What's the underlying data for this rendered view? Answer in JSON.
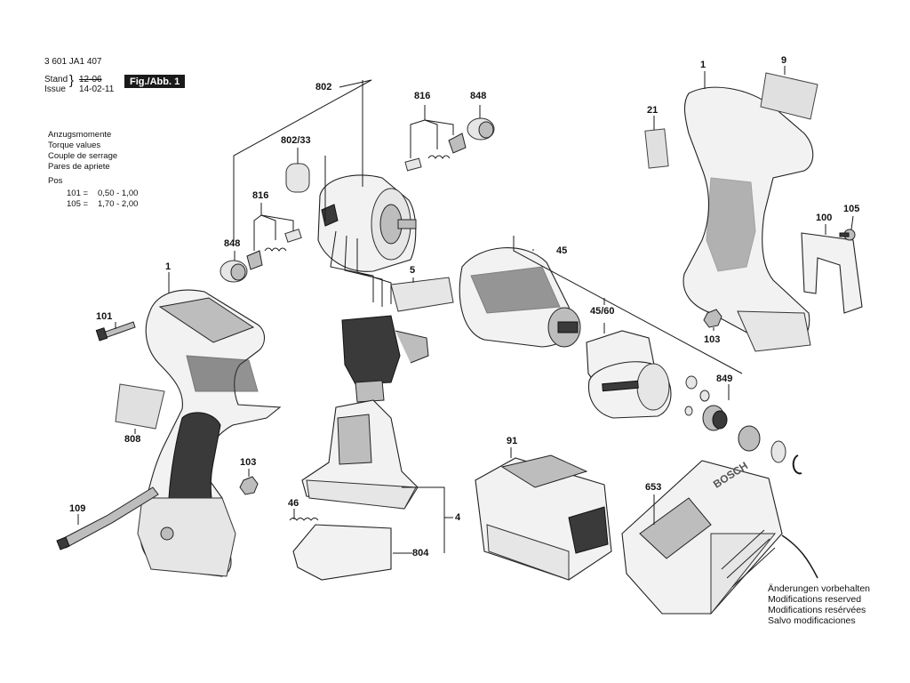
{
  "header": {
    "drawing_number": "3 601 JA1 407",
    "stand_label": "Stand",
    "issue_label": "Issue",
    "old_date": "12-06",
    "new_date": "14-02-11",
    "figure_label": "Fig./Abb. 1"
  },
  "torque": {
    "lines": [
      "Anzugsmomente",
      "Torque values",
      "Couple de serrage",
      "Pares de apriete"
    ],
    "pos_label": "Pos",
    "rows": [
      {
        "pos": "101 =",
        "value": "0,50 - 1,00"
      },
      {
        "pos": "105 =",
        "value": "1,70 - 2,00"
      }
    ]
  },
  "callouts": {
    "c1_left": "1",
    "c1_right": "1",
    "c4": "4",
    "c5": "5",
    "c9": "9",
    "c21": "21",
    "c45": "45",
    "c45_60": "45/60",
    "c46": "46",
    "c91": "91",
    "c100": "100",
    "c101": "101",
    "c103_left": "103",
    "c103_right": "103",
    "c105": "105",
    "c109": "109",
    "c653": "653",
    "c802": "802",
    "c802_33": "802/33",
    "c804": "804",
    "c808": "808",
    "c816_top": "816",
    "c816_left": "816",
    "c848_top": "848",
    "c848_left": "848",
    "c849": "849"
  },
  "notes": {
    "lines": [
      "Änderungen vorbehalten",
      "Modifications reserved",
      "Modifications resérvées",
      "Salvo modificaciones"
    ]
  },
  "branding": {
    "charger_brand": "BOSCH"
  }
}
